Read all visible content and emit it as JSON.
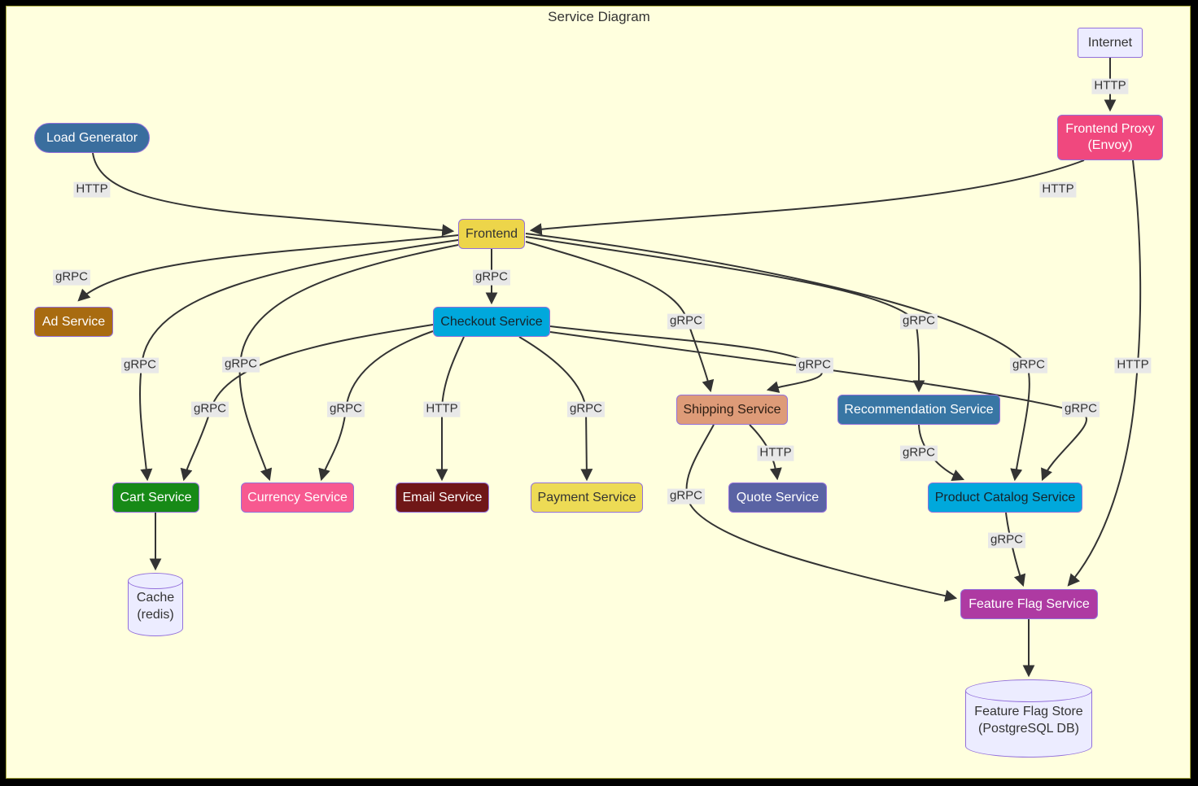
{
  "title": "Service Diagram",
  "nodes": {
    "internet": "Internet",
    "frontend_proxy_line1": "Frontend Proxy",
    "frontend_proxy_line2": "(Envoy)",
    "load_generator": "Load Generator",
    "frontend": "Frontend",
    "ad_service": "Ad Service",
    "checkout_service": "Checkout Service",
    "shipping_service": "Shipping Service",
    "recommendation_service": "Recommendation Service",
    "cart_service": "Cart Service",
    "currency_service": "Currency Service",
    "email_service": "Email Service",
    "payment_service": "Payment Service",
    "quote_service": "Quote Service",
    "product_catalog_service": "Product Catalog Service",
    "feature_flag_service": "Feature Flag Service",
    "cache_line1": "Cache",
    "cache_line2": "(redis)",
    "feature_flag_store_line1": "Feature Flag Store",
    "feature_flag_store_line2": "(PostgreSQL DB)"
  },
  "edges": {
    "internet_to_proxy": "HTTP",
    "proxy_to_frontend": "HTTP",
    "proxy_to_feature_flag": "HTTP",
    "load_generator_to_frontend": "HTTP",
    "frontend_to_ad": "gRPC",
    "frontend_to_checkout": "gRPC",
    "frontend_to_cart": "gRPC",
    "frontend_to_currency": "gRPC",
    "frontend_to_shipping": "gRPC",
    "frontend_to_recommendation": "gRPC",
    "frontend_to_product_catalog": "gRPC",
    "checkout_to_cart": "gRPC",
    "checkout_to_currency": "gRPC",
    "checkout_to_email": "HTTP",
    "checkout_to_payment": "gRPC",
    "checkout_to_shipping": "gRPC",
    "checkout_to_product_catalog": "gRPC",
    "shipping_to_quote": "HTTP",
    "shipping_to_feature_flag": "gRPC",
    "recommendation_to_product_catalog": "gRPC",
    "product_catalog_to_feature_flag": "gRPC"
  },
  "colors": {
    "background": "#FFFFDE",
    "frame": "#000000",
    "frame_inner_line": "#A6A637",
    "edge": "#333333",
    "edge_label_bg": "#E8E8E8",
    "node_border": "#9370DB",
    "internet": "#ECECFF",
    "frontend_proxy": "#F0487E",
    "load_generator": "#3A6E9E",
    "frontend": "#EDD54A",
    "ad_service": "#A86B10",
    "checkout_service": "#00A8DC",
    "shipping_service": "#DE9B78",
    "recommendation_service": "#3876A4",
    "cart_service": "#178A17",
    "currency_service": "#F75990",
    "email_service": "#701717",
    "payment_service": "#EDDB55",
    "quote_service": "#5A63A4",
    "product_catalog_service": "#00A8DC",
    "feature_flag_service": "#AE3AA2",
    "db_fill": "#ECECFF"
  }
}
